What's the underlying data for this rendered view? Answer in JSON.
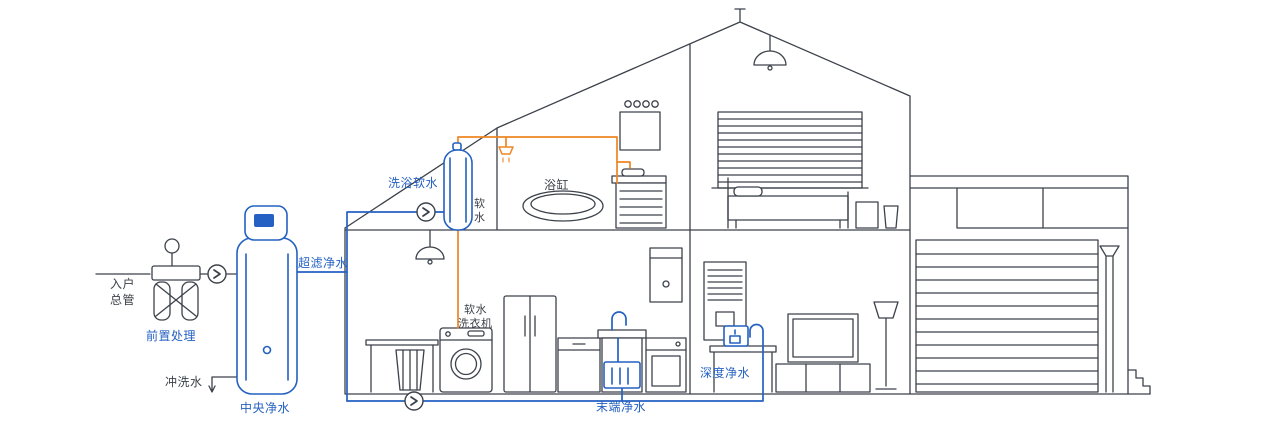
{
  "colors": {
    "background": "#ffffff",
    "outline": "#3c424a",
    "pipe_blue": "#2461c2",
    "pipe_orange": "#ee8522"
  },
  "icons": {
    "flow_arrow": "chevron-right"
  },
  "labels": {
    "inlet_line1": "入户",
    "inlet_line2": "总管",
    "pre_treatment": "前置处理",
    "flush_water": "冲洗水",
    "central_purifier": "中央净水",
    "ultrafiltration": "超滤净水",
    "bath_softener": "洗浴软水",
    "soft_water_char1": "软",
    "soft_water_char2": "水",
    "bathtub": "浴缸",
    "soft_washer_line1": "软水",
    "soft_washer_line2": "洗衣机",
    "terminal_purifier": "末端净水",
    "deep_purifier": "深度净水"
  }
}
